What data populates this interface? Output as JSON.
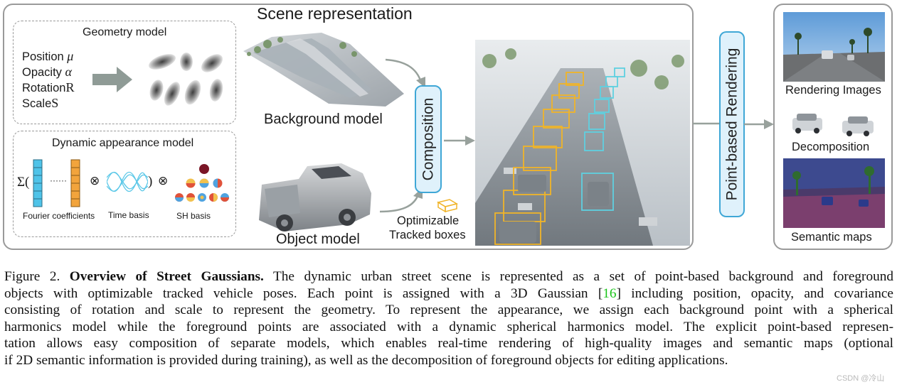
{
  "scene": {
    "title": "Scene representation",
    "geometry": {
      "title": "Geometry model",
      "params": [
        {
          "name": "Position",
          "symbol": "μ"
        },
        {
          "name": "Opacity",
          "symbol": "α"
        },
        {
          "name": "Rotation",
          "symbol": "R"
        },
        {
          "name": "Scale",
          "symbol": "S"
        }
      ]
    },
    "appearance": {
      "title": "Dynamic appearance model",
      "sigma": "Σ(",
      "dots": "······",
      "otimes1": "⊗",
      "close_paren": ")",
      "otimes2": "⊗",
      "fourier_label": "Fourier coefficients",
      "time_label": "Time basis",
      "sh_label": "SH basis"
    },
    "background_label": "Background model",
    "object_label": "Object model",
    "composition_label": "Composition",
    "tracked_label_1": "Optimizable",
    "tracked_label_2": "Tracked boxes"
  },
  "rendering_label": "Point-based Rendering",
  "outputs": {
    "rendering_images": "Rendering Images",
    "decomposition": "Decomposition",
    "semantic_maps": "Semantic maps"
  },
  "caption": {
    "figure_num": "Figure 2.",
    "bold_title": "Overview of Street Gaussians.",
    "line1_rest": "The dynamic urban street scene is represented as a set of point-based background and foreground",
    "line2a": "objects with optimizable tracked vehicle poses. Each point is assigned with a 3D Gaussian [",
    "ref": "16",
    "line2b": "] including position, opacity, and covariance",
    "line3": "consisting of rotation and scale to represent the geometry. To represent the appearance, we assign each background point with a spherical",
    "line4": "harmonics model while the foreground points are associated with a dynamic spherical harmonics model. The explicit point-based represen-",
    "line5": "tation allows easy composition of separate models, which enables real-time rendering of high-quality images and semantic maps (optional",
    "line6": "if 2D semantic information is provided during training), as well as the decomposition of foreground objects for editing applications."
  },
  "watermark": "CSDN @冷山",
  "colors": {
    "border_gray": "#9a9a9a",
    "composition_blue": "#3fa7d6",
    "composition_fill": "#dff1fb",
    "fourier_cyan": "#4fc3e8",
    "fourier_orange": "#f2a43c",
    "box_yellow": "#f0b429",
    "box_cyan": "#5fd0e0",
    "citation_green": "#19c319"
  }
}
